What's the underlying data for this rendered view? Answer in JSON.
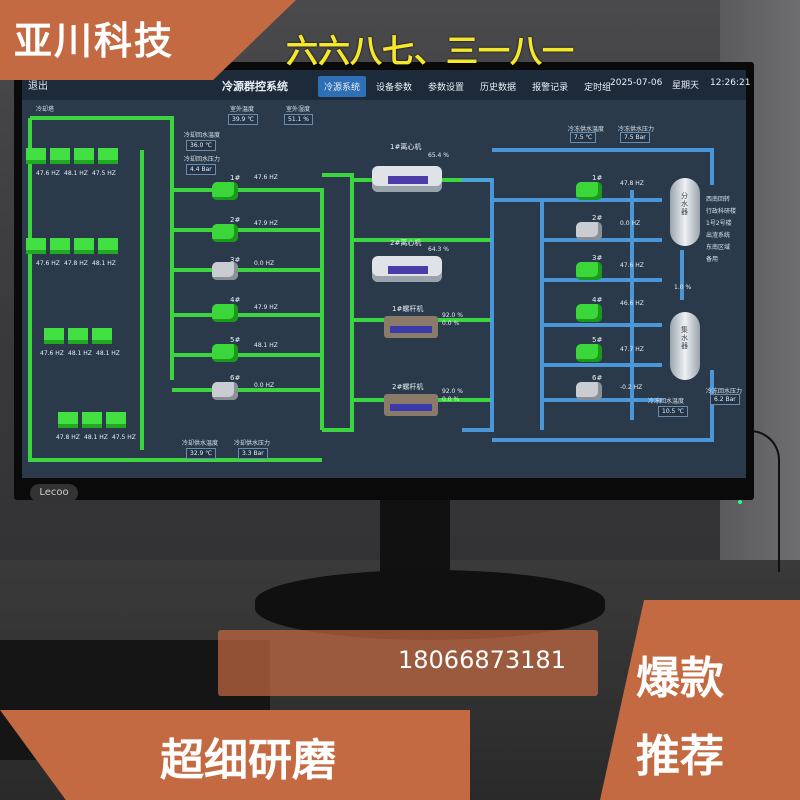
{
  "overlay": {
    "brand": "亚川科技",
    "slogan": "六六八七、三一八一",
    "phone": "18066873181",
    "product": "超细研磨",
    "promo_line1": "爆款",
    "promo_line2": "推荐"
  },
  "monitor": {
    "logo": "Lecoo"
  },
  "screen": {
    "header": {
      "logo_text": "退出",
      "system_title": "冷源群控系统",
      "tabs": [
        "冷源系统",
        "设备参数",
        "参数设置",
        "历史数据",
        "报警记录",
        "定时组"
      ],
      "active_tab": 0,
      "date": "2025-07-06",
      "weekday": "星期天",
      "time": "12:26:21"
    },
    "cooling_tower_label": "冷却塔",
    "top_readings": [
      {
        "label": "室外温度",
        "value": "39.9 ℃"
      },
      {
        "label": "室外湿度",
        "value": "51.1 %"
      }
    ],
    "cooling_return": {
      "label": "冷却回水温度",
      "value": "36.0 ℃"
    },
    "cooling_diff_pressure": {
      "label": "冷却回水压力",
      "value": "4.4 Bar"
    },
    "cooling_supply": {
      "label": "冷却供水温度",
      "value": "32.9 ℃"
    },
    "cooling_supply_pressure": {
      "label": "冷却供水压力",
      "value": "3.3 Bar"
    },
    "towers": [
      {
        "hz_a": "47.6 HZ",
        "hz_b": "48.1 HZ",
        "hz_c": "47.5 HZ"
      },
      {
        "hz_a": "47.6 HZ",
        "hz_b": "47.8 HZ",
        "hz_c": "48.1 HZ"
      },
      {
        "hz_a": "47.6 HZ",
        "hz_b": "48.1 HZ",
        "hz_c": "48.1 HZ"
      },
      {
        "hz_a": "47.8 HZ",
        "hz_b": "48.1 HZ",
        "hz_c": "47.5 HZ"
      }
    ],
    "cooling_pumps": [
      {
        "name": "1#",
        "hz": "47.6 HZ",
        "on": true
      },
      {
        "name": "2#",
        "hz": "47.9 HZ",
        "on": true
      },
      {
        "name": "3#",
        "hz": "0.0 HZ",
        "on": false
      },
      {
        "name": "4#",
        "hz": "47.9 HZ",
        "on": true
      },
      {
        "name": "5#",
        "hz": "48.1 HZ",
        "on": true
      },
      {
        "name": "6#",
        "hz": "0.0 HZ",
        "on": false
      }
    ],
    "chillers": [
      {
        "name": "1#离心机",
        "load": "65.4 %"
      },
      {
        "name": "2#离心机",
        "load": "64.3 %"
      },
      {
        "name": "1#螺杆机",
        "load_a": "92.0 %",
        "load_b": "0.0 %"
      },
      {
        "name": "2#螺杆机",
        "load_a": "92.0 %",
        "load_b": "0.0 %"
      }
    ],
    "chilled_supply": {
      "label": "冷冻供水温度",
      "value": "7.5 ℃"
    },
    "chilled_supply_pressure": {
      "label": "冷冻供水压力",
      "value": "7.5 Bar"
    },
    "chilled_pumps": [
      {
        "name": "1#",
        "hz": "47.8 HZ",
        "on": true
      },
      {
        "name": "2#",
        "hz": "0.0 HZ",
        "on": false
      },
      {
        "name": "3#",
        "hz": "47.6 HZ",
        "on": true
      },
      {
        "name": "4#",
        "hz": "46.6 HZ",
        "on": true
      },
      {
        "name": "5#",
        "hz": "47.7 HZ",
        "on": true
      },
      {
        "name": "6#",
        "hz": "-0.2 HZ",
        "on": false
      }
    ],
    "supply_header": "分水器",
    "return_header": "集水器",
    "branch_list": [
      "西南回转",
      "行政科研楼",
      "1号2号楼",
      "出渣系统",
      "东南区域",
      "备用"
    ],
    "bypass_value": "1.0 %",
    "chilled_return": {
      "label": "冷冻回水温度",
      "value": "10.5 ℃"
    },
    "chilled_return_pressure": {
      "label": "冷冻回水压力",
      "value": "6.2 Bar"
    }
  },
  "colors": {
    "overlay": "#c46a42",
    "slogan": "#f5e72a",
    "pipe_green": "#3ee63e",
    "pipe_blue": "#4fa0e6",
    "active_tab": "#2f6fb5"
  }
}
